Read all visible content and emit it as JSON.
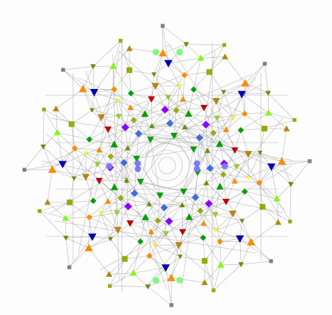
{
  "diagram": {
    "type": "graph",
    "symmetry": 8,
    "ghost_label": "1,0,0",
    "colors": {
      "edge": "#9a9a9a",
      "background": "#fdfdfd",
      "palette": [
        "#c00000",
        "#0000b0",
        "#ff8c00",
        "#00a000",
        "#8b00ff",
        "#ffff00",
        "#9aab00",
        "#808080",
        "#6a8f00",
        "#b8860b",
        "#7fff00",
        "#6a5acd",
        "#b22222",
        "#4169e1",
        "#9acd32"
      ],
      "accent_circle_purple": "#7b7bff",
      "accent_circle_green": "#77ff77"
    },
    "node_shapes": [
      "triangle-up",
      "triangle-down",
      "square",
      "diamond",
      "circle"
    ]
  }
}
